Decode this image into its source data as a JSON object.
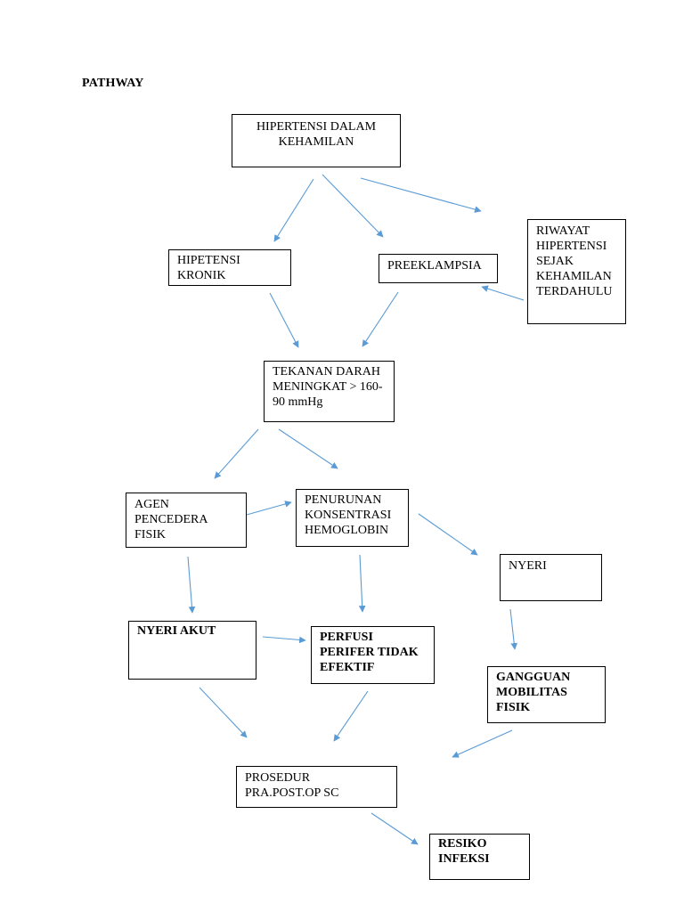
{
  "page": {
    "heading": "PATHWAY"
  },
  "colors": {
    "arrow": "#5b9bd5",
    "box_border": "#000000"
  },
  "nodes": {
    "hipertensi_kehamilan": "HIPERTENSI DALAM KEHAMILAN",
    "hipetensi_kronik": "HIPETENSI\nKRONIK",
    "preeklampsia": "PREEKLAMPSIA",
    "riwayat": "RIWAYAT\nHIPERTENSI\nSEJAK\nKEHAMILAN\nTERDAHULU",
    "tekanan_darah": "TEKANAN DARAH\nMENINGKAT > 160-\n90 mmHg",
    "agen_pencedera": "AGEN\nPENCEDERA\nFISIK",
    "penurunan_hemoglobin": "PENURUNAN\nKONSENTRASI\nHEMOGLOBIN",
    "nyeri": "NYERI",
    "nyeri_akut": "NYERI AKUT",
    "perfusi": "PERFUSI\nPERIFER TIDAK\nEFEKTIF",
    "gangguan_mobilitas": "GANGGUAN\nMOBILITAS\nFISIK",
    "prosedur": "PROSEDUR\nPRA.POST.OP SC",
    "resiko_infeksi": "RESIKO\nINFEKSI"
  },
  "edges": [
    {
      "from": "hipertensi_kehamilan",
      "to": "hipetensi_kronik"
    },
    {
      "from": "hipertensi_kehamilan",
      "to": "preeklampsia"
    },
    {
      "from": "hipertensi_kehamilan",
      "to": "riwayat"
    },
    {
      "from": "riwayat",
      "to": "preeklampsia"
    },
    {
      "from": "hipetensi_kronik",
      "to": "tekanan_darah"
    },
    {
      "from": "preeklampsia",
      "to": "tekanan_darah"
    },
    {
      "from": "tekanan_darah",
      "to": "agen_pencedera"
    },
    {
      "from": "tekanan_darah",
      "to": "penurunan_hemoglobin"
    },
    {
      "from": "agen_pencedera",
      "to": "penurunan_hemoglobin"
    },
    {
      "from": "penurunan_hemoglobin",
      "to": "nyeri"
    },
    {
      "from": "agen_pencedera",
      "to": "nyeri_akut"
    },
    {
      "from": "penurunan_hemoglobin",
      "to": "perfusi"
    },
    {
      "from": "nyeri",
      "to": "gangguan_mobilitas"
    },
    {
      "from": "nyeri_akut",
      "to": "perfusi"
    },
    {
      "from": "nyeri_akut",
      "to": "prosedur"
    },
    {
      "from": "perfusi",
      "to": "prosedur"
    },
    {
      "from": "gangguan_mobilitas",
      "to": "prosedur"
    },
    {
      "from": "prosedur",
      "to": "resiko_infeksi"
    }
  ]
}
